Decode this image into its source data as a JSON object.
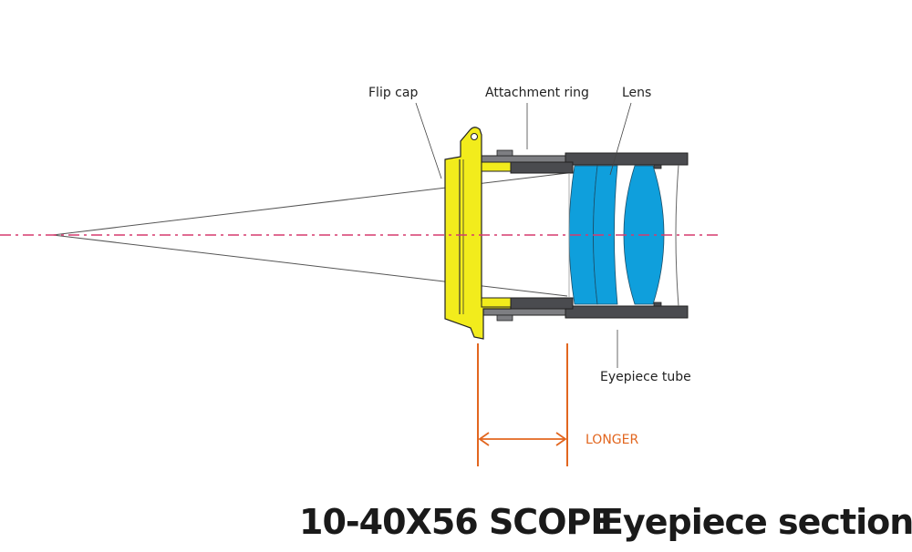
{
  "diagram": {
    "title_left": "10-40X56 SCOPE",
    "title_right": "Eyepiece section",
    "labels": {
      "flip_cap": "Flip cap",
      "attachment_ring": "Attachment ring",
      "lens": "Lens",
      "eyepiece_tube": "Eyepiece tube",
      "longer": "LONGER"
    },
    "colors": {
      "flip_cap": "#f2ec1c",
      "lens": "#0f9fdc",
      "tube": "#4a4b4f",
      "ring": "#7d7e82",
      "axis": "#d63a6e",
      "dimension": "#e2661f",
      "leader": "#444444"
    }
  }
}
